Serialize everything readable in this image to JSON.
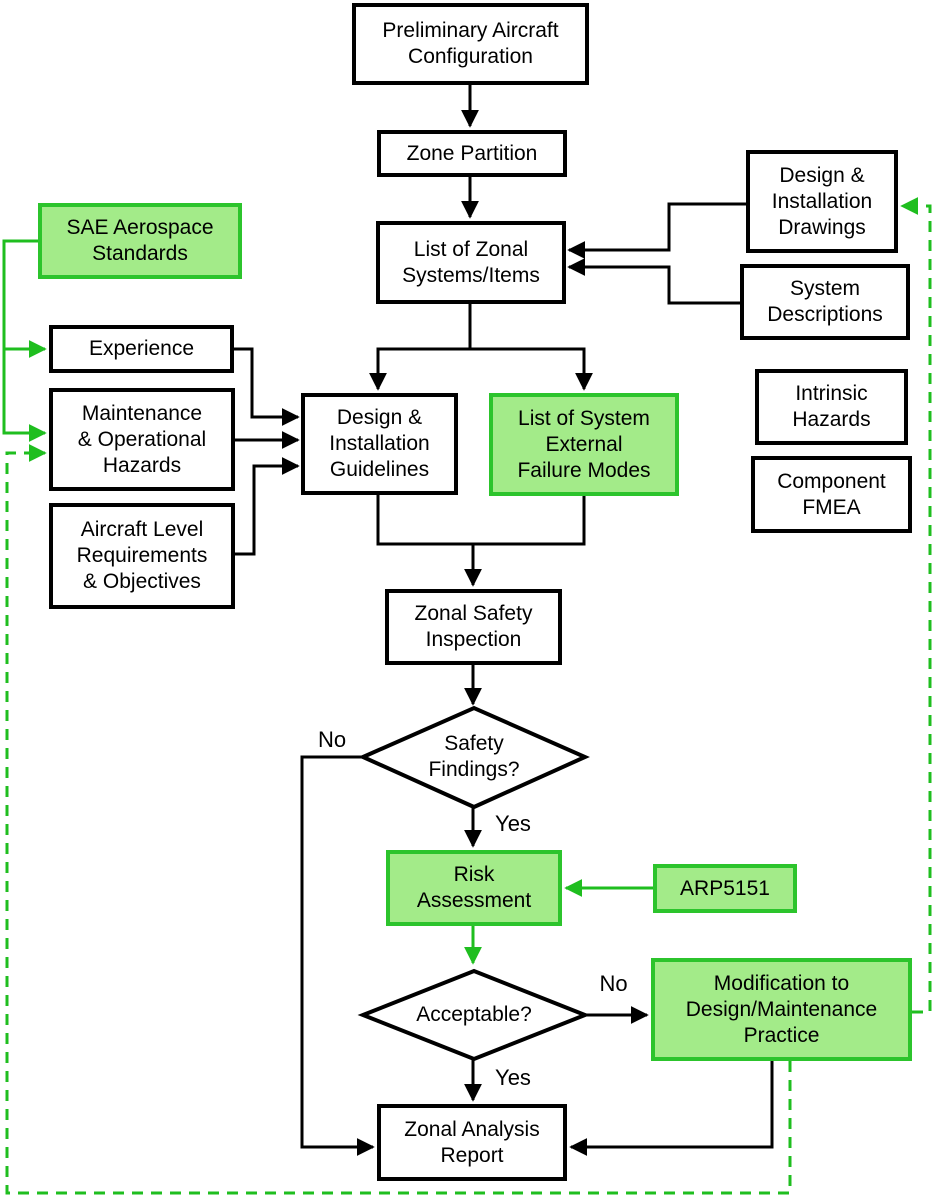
{
  "colors": {
    "highlight_fill": "#A3EB89",
    "highlight_border": "#2CC42C",
    "green_line": "#1FBE1F",
    "line_black": "#000000"
  },
  "nodes": {
    "preliminary": "Preliminary Aircraft\nConfiguration",
    "zone_partition": "Zone Partition",
    "list_zonal": "List of Zonal\nSystems/Items",
    "drawings": "Design &\nInstallation\nDrawings",
    "system_descriptions": "System\nDescriptions",
    "sae_standards": "SAE Aerospace\nStandards",
    "experience": "Experience",
    "maintenance_hazards": "Maintenance\n& Operational\nHazards",
    "aircraft_level": "Aircraft Level\nRequirements\n& Objectives",
    "guidelines": "Design &\nInstallation\nGuidelines",
    "failure_modes": "List of System\nExternal\nFailure Modes",
    "intrinsic_hazards": "Intrinsic\nHazards",
    "component_fmea": "Component\nFMEA",
    "zonal_inspection": "Zonal Safety\nInspection",
    "risk_assessment": "Risk\nAssessment",
    "arp5151": "ARP5151",
    "modification": "Modification to\nDesign/Maintenance\nPractice",
    "zonal_report": "Zonal Analysis\nReport"
  },
  "decisions": {
    "safety_findings": "Safety\nFindings?",
    "acceptable": "Acceptable?"
  },
  "edge_labels": {
    "safety_no": "No",
    "safety_yes": "Yes",
    "acceptable_no": "No",
    "acceptable_yes": "Yes"
  }
}
